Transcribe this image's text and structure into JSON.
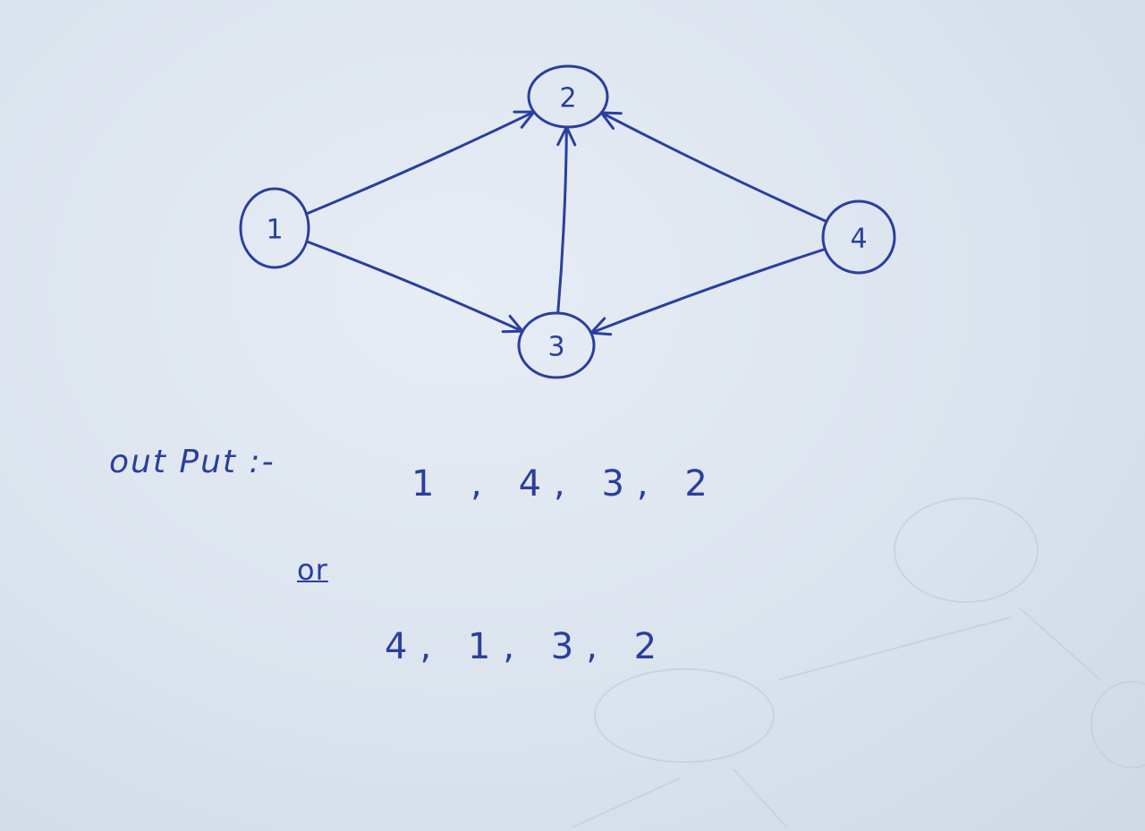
{
  "graph": {
    "nodes": [
      {
        "id": "1",
        "label": "1"
      },
      {
        "id": "2",
        "label": "2"
      },
      {
        "id": "3",
        "label": "3"
      },
      {
        "id": "4",
        "label": "4"
      }
    ],
    "edges": [
      {
        "from": "1",
        "to": "2"
      },
      {
        "from": "1",
        "to": "3"
      },
      {
        "from": "3",
        "to": "2"
      },
      {
        "from": "4",
        "to": "2"
      },
      {
        "from": "4",
        "to": "3"
      }
    ]
  },
  "notes": {
    "output_label": "out Put :-",
    "output_line_1": "1 , 4, 3, 2",
    "or_label": "or",
    "output_line_2": "4, 1, 3, 2"
  },
  "colors": {
    "ink": "#2a3f9e",
    "paper": "#dfe6f0"
  }
}
